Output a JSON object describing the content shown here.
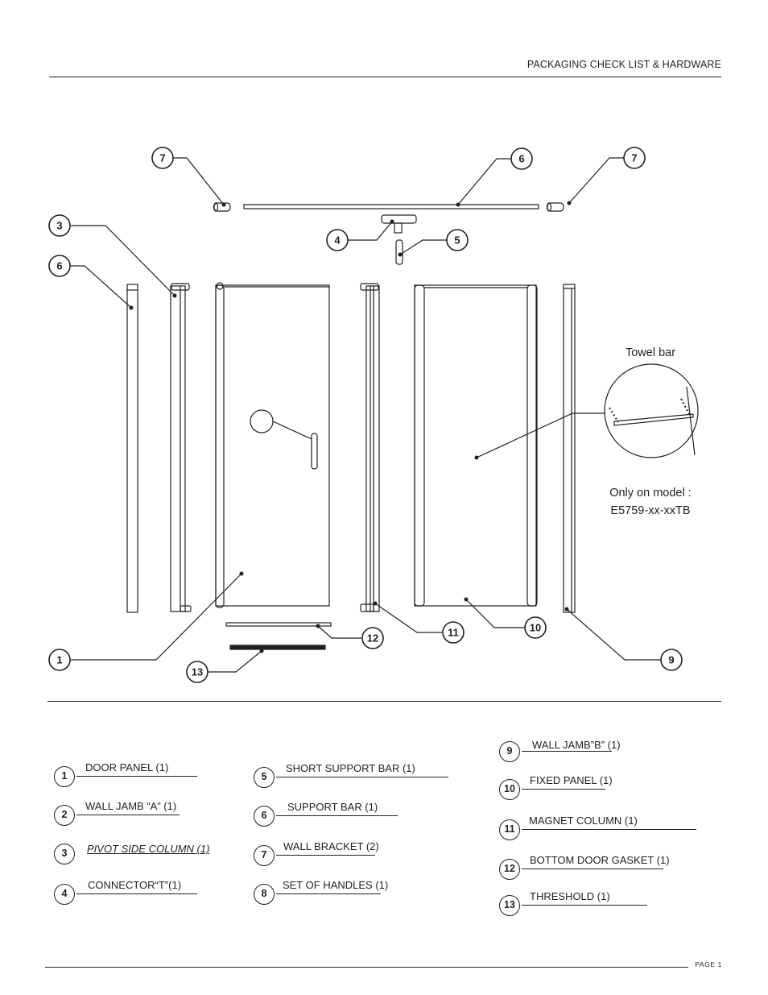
{
  "header": {
    "title": "PACKAGING CHECK LIST & HARDWARE"
  },
  "diagram": {
    "callouts": [
      "7",
      "6",
      "7",
      "3",
      "6",
      "4",
      "5",
      "1",
      "13",
      "12",
      "11",
      "10",
      "9"
    ],
    "towel_bar_label": "Towel bar",
    "model_note_line1": "Only on model :",
    "model_note_line2": "E5759-xx-xxTB"
  },
  "legend": {
    "col1": [
      {
        "num": "1",
        "label": "DOOR PANEL (1)"
      },
      {
        "num": "2",
        "label": "WALL JAMB “A” (1)"
      },
      {
        "num": "3",
        "label": "PIVOT SIDE COLUMN  (1)"
      },
      {
        "num": "4",
        "label": "CONNECTOR“T”(1)"
      }
    ],
    "col2": [
      {
        "num": "5",
        "label": "SHORT SUPPORT BAR (1)"
      },
      {
        "num": "6",
        "label": "SUPPORT BAR (1)"
      },
      {
        "num": "7",
        "label": "WALL BRACKET (2)"
      },
      {
        "num": "8",
        "label": "SET OF HANDLES (1)"
      }
    ],
    "col3": [
      {
        "num": "9",
        "label": "WALL JAMB”B” (1)"
      },
      {
        "num": "10",
        "label": "FIXED PANEL (1)"
      },
      {
        "num": "11",
        "label": "MAGNET COLUMN  (1)"
      },
      {
        "num": "12",
        "label": "BOTTOM DOOR GASKET (1)"
      },
      {
        "num": "13",
        "label": "THRESHOLD (1)"
      }
    ]
  },
  "footer": {
    "page": "PAGE 1"
  }
}
